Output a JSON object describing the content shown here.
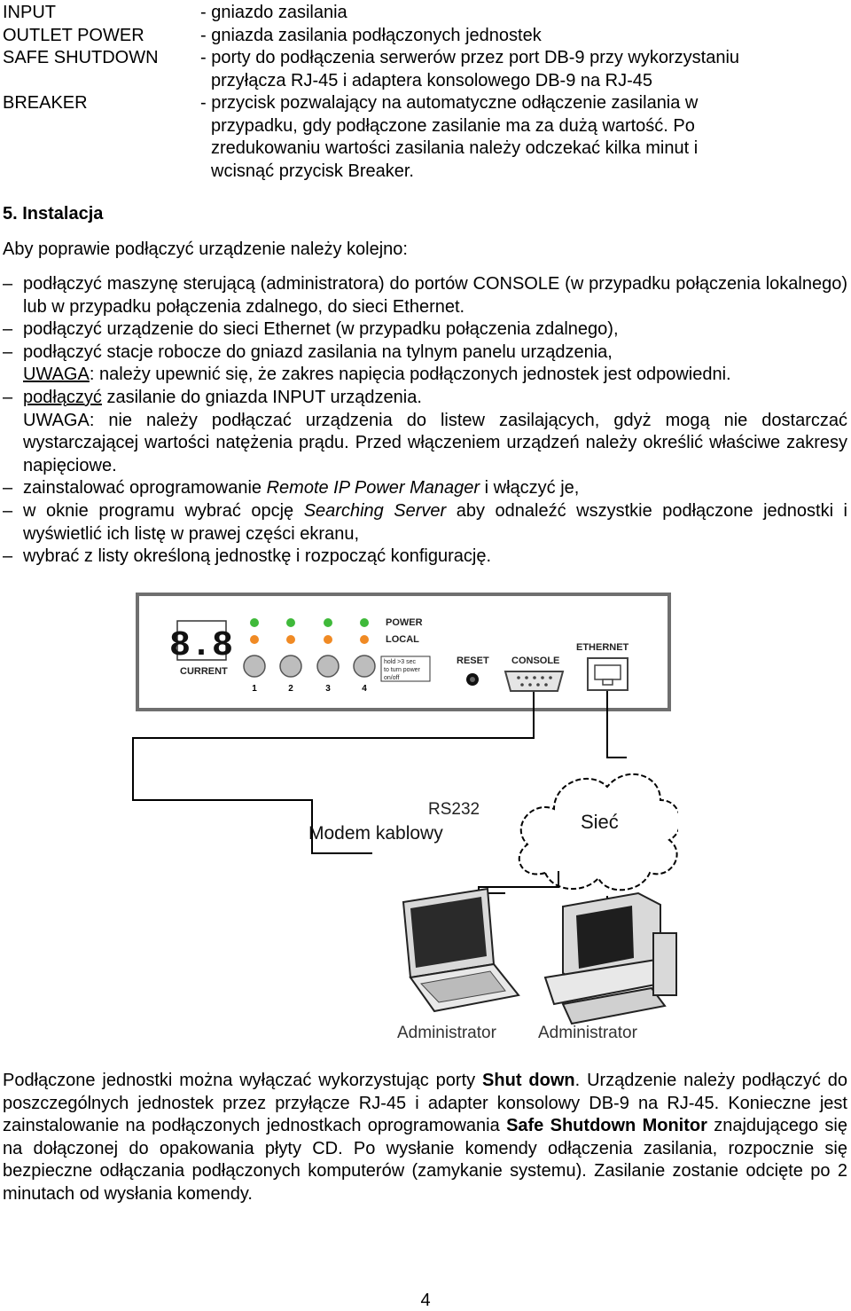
{
  "definitions": [
    {
      "term": "INPUT",
      "lines": [
        "- gniazdo zasilania"
      ]
    },
    {
      "term": "OUTLET POWER",
      "lines": [
        "- gniazda zasilania podłączonych jednostek"
      ]
    },
    {
      "term": "SAFE SHUTDOWN",
      "lines": [
        "- porty do podłączenia serwerów przez port DB-9 przy wykorzystaniu",
        "przyłącza RJ-45 i adaptera konsolowego DB-9 na RJ-45"
      ]
    },
    {
      "term": "BREAKER",
      "lines": [
        "- przycisk pozwalający na automatyczne odłączenie zasilania w",
        "przypadku, gdy podłączone zasilanie ma za dużą wartość. Po",
        "zredukowaniu wartości zasilania należy odczekać kilka minut i",
        "wcisnąć przycisk Breaker."
      ]
    }
  ],
  "section": {
    "title": "5. Instalacja",
    "intro": "Aby poprawie podłączyć urządzenie należy kolejno:"
  },
  "steps": {
    "dash": "–",
    "s1": "podłączyć maszynę sterującą (administratora) do portów CONSOLE (w przypadku połączenia lokalnego) lub w przypadku połączenia zdalnego, do sieci Ethernet.",
    "s2": "podłączyć urządzenie do sieci Ethernet (w przypadku połączenia zdalnego),",
    "s3": "podłączyć stacje robocze do gniazd zasilania na tylnym panelu urządzenia,",
    "s3_note_label": "UWAGA",
    "s3_note_text": ": należy upewnić się, że zakres napięcia podłączonych jednostek jest odpowiedni.",
    "s4_link": "podłączyć",
    "s4_text": " zasilanie do gniazda INPUT urządzenia.",
    "s4_note": "UWAGA: nie należy podłączać urządzenia do listew zasilających, gdyż mogą nie dostarczać wystarczającej wartości natężenia prądu. Przed włączeniem urządzeń należy określić właściwe zakresy napięciowe.",
    "s5_a": "zainstalować oprogramowanie ",
    "s5_b": "Remote IP Power Manager",
    "s5_c": " i włączyć je,",
    "s6_a": "w oknie programu wybrać opcję ",
    "s6_b": "Searching Server",
    "s6_c": " aby odnaleźć wszystkie podłączone jednostki i wyświetlić ich listę w prawej części ekranu,",
    "s7": "wybrać z listy określoną jednostkę i rozpocząć konfigurację."
  },
  "figure": {
    "display": "8.8",
    "current": "CURRENT",
    "power": "POWER",
    "local": "LOCAL",
    "buttons": [
      "1",
      "2",
      "3",
      "4"
    ],
    "hold_note": [
      "hold >3 sec",
      "to turn power",
      "on/off"
    ],
    "reset": "RESET",
    "console": "CONSOLE",
    "ethernet": "ETHERNET",
    "rs232": "RS232",
    "modem": "Modem kablowy",
    "network": "Sieć",
    "admin_left": "Administrator",
    "admin_right": "Administrator",
    "colors": {
      "led_green": "#3fb93a",
      "led_orange": "#f08a24",
      "display_green": "#2bd160",
      "cable": "#000000"
    }
  },
  "paragraph": {
    "p1": "Podłączone jednostki można wyłączać wykorzystując porty ",
    "b1": "Shut down",
    "p2": ". Urządzenie należy podłączyć do poszczególnych jednostek przez przyłącze RJ-45 i adapter konsolowy DB-9 na RJ-45. Konieczne jest zainstalowanie na podłączonych jednostkach oprogramowania ",
    "b2": "Safe Shutdown Monitor",
    "p3": " znajdującego się na dołączonej do opakowania płyty CD. Po wysłanie komendy odłączenia zasilania, rozpocznie się bezpieczne odłączania podłączonych komputerów (zamykanie systemu). Zasilanie zostanie odcięte po 2 minutach od wysłania komendy."
  },
  "page_number": "4"
}
